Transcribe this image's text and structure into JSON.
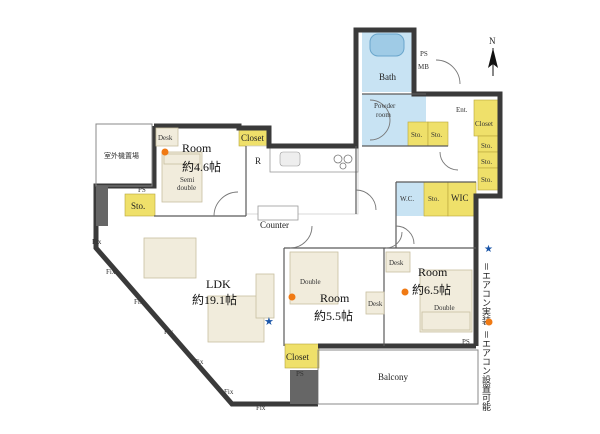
{
  "compass": {
    "north": "N"
  },
  "rooms": {
    "bath": "Bath",
    "ps_mb_1": "PS",
    "ps_mb_2": "MB",
    "powder_1": "Powder",
    "powder_2": "room",
    "ent": "Ent.",
    "closet_ent": "Closet",
    "sto_powder": "Sto.",
    "sto_ent": "Sto.",
    "sto_r1": "Sto.",
    "sto_r2": "Sto.",
    "sto_r3": "Sto.",
    "room1_name": "Room",
    "room1_size": "約4.6帖",
    "room1_desk": "Desk",
    "room1_bed_1": "Semi",
    "room1_bed_2": "double",
    "room1_closet": "Closet",
    "outdoor_unit": "室外機置場",
    "ps_left": "PS",
    "sto_left": "Sto.",
    "r_mark": "R",
    "counter": "Counter",
    "wc": "W.C.",
    "sto_wc": "Sto.",
    "wic": "WIC",
    "ldk_name": "LDK",
    "ldk_size": "約19.1帖",
    "room2_bed": "Double",
    "room2_name": "Room",
    "room2_size": "約5.5帖",
    "room2_desk": "Desk",
    "room3_desk": "Desk",
    "room3_name": "Room",
    "room3_size": "約6.5帖",
    "room3_bed": "Double",
    "closet_bottom": "Closet",
    "ps_bottom": "PS",
    "ps_right": "PS",
    "balcony": "Balcony",
    "fix": "Fix"
  },
  "legend": {
    "aircon_installed": "＝エアコン実装",
    "aircon_possible": "＝エアコン設置可能"
  },
  "colors": {
    "wet_area": "#c8e3f3",
    "storage": "#efe06a",
    "floor_tile": "#ffffff",
    "aircon_installed": "#1a55a8",
    "aircon_possible": "#f07a14",
    "wall": "#3a3a3a"
  }
}
